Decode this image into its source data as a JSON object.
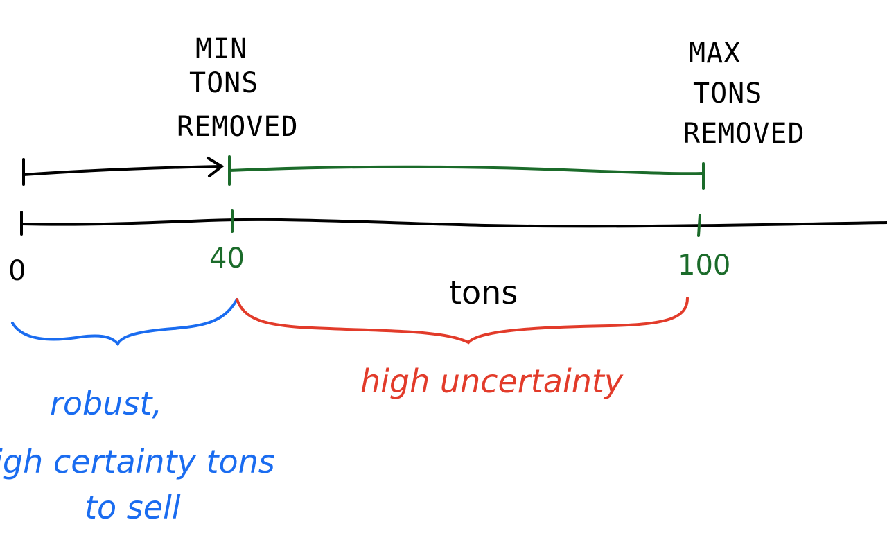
{
  "colors": {
    "ink": "#000000",
    "green": "#1b6b2a",
    "blue": "#1a6cf0",
    "red": "#e23b2a"
  },
  "labels": {
    "min_line1": "MIN",
    "min_line2": "TONS",
    "min_line3": "REMOVED",
    "max_line1": "MAX",
    "max_line2": "TONS",
    "max_line3": "REMOVED",
    "axis_unit": "tons"
  },
  "ticks": {
    "zero": "0",
    "min": "40",
    "max": "100"
  },
  "annotations": {
    "robust_line1": "robust,",
    "robust_line2": "high certainty tons",
    "robust_line3": "to sell",
    "uncertain": "high uncertainty"
  }
}
